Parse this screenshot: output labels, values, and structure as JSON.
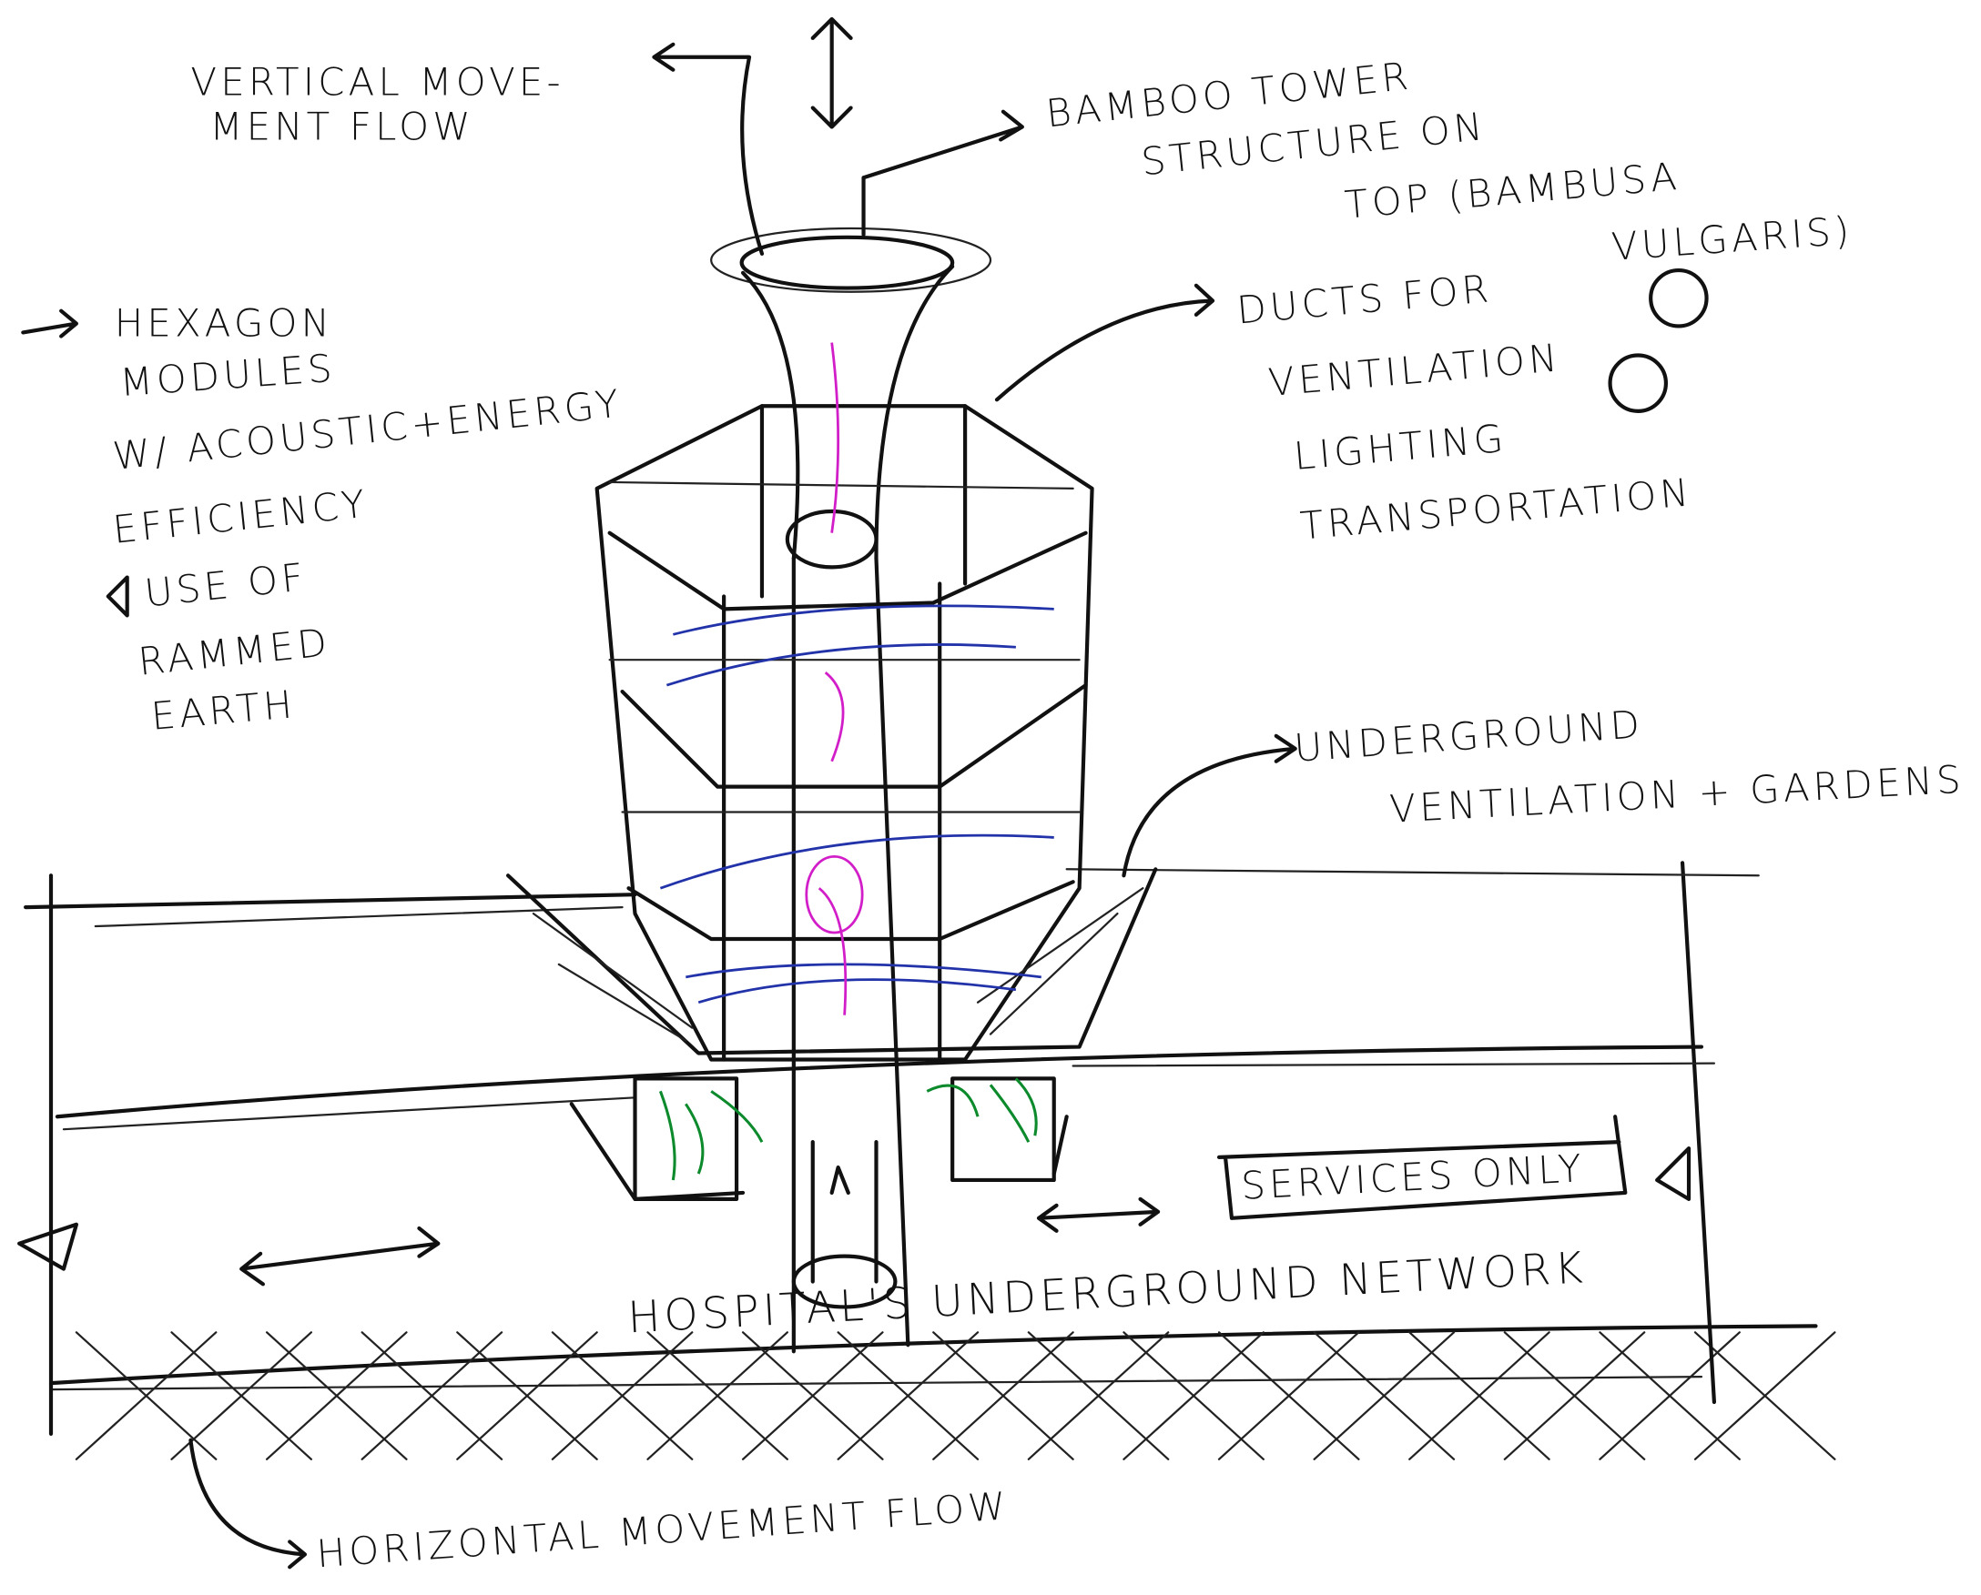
{
  "title": "Bamboo tower and underground hospital network concept sketch",
  "colors": {
    "ink": "#111111",
    "blue": "#2233aa",
    "pink": "#d21ec8",
    "green": "#0c8a2c"
  },
  "labels": {
    "vertical_flow": [
      "VERTICAL MOVE-",
      "MENT FLOW"
    ],
    "bamboo": [
      "BAMBOO TOWER",
      "STRUCTURE ON",
      "TOP (BAMBUSA",
      "VULGARIS)"
    ],
    "hexagon": [
      "HEXAGON",
      "MODULES",
      "W/ ACOUSTIC+ENERGY",
      "EFFICIENCY",
      "USE OF",
      "RAMMED",
      "EARTH"
    ],
    "ducts": [
      "DUCTS FOR",
      "VENTILATION",
      "LIGHTING",
      "TRANSPORTATION"
    ],
    "underground_vent": [
      "UNDERGROUND",
      "VENTILATION + GARDENS"
    ],
    "services": "SERVICES ONLY",
    "network": "HOSPITAL'S UNDERGROUND NETWORK",
    "horizontal_flow": "HORIZONTAL MOVEMENT FLOW"
  }
}
